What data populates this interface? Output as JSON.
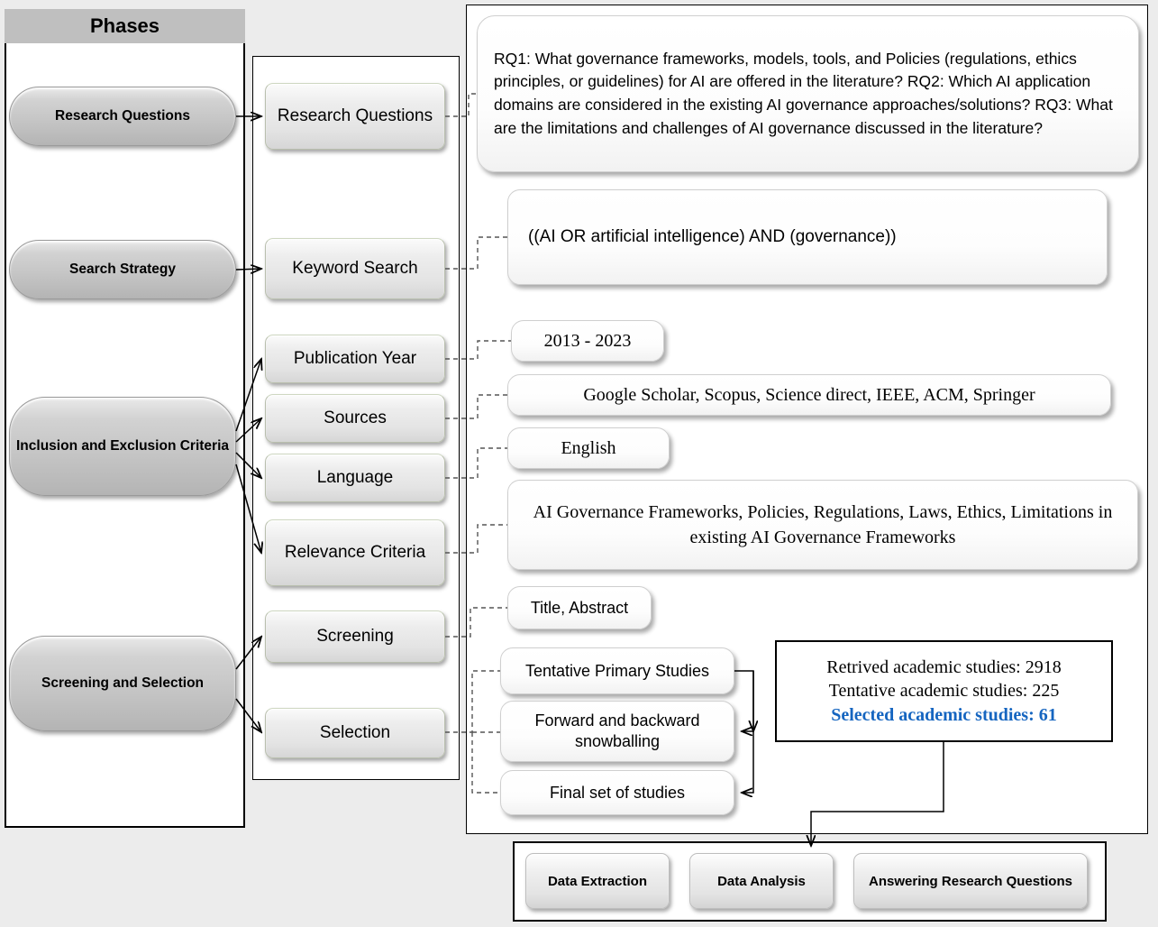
{
  "phases": {
    "header": "Phases",
    "items": [
      {
        "label": "Research Questions"
      },
      {
        "label": "Search Strategy"
      },
      {
        "label": "Inclusion and Exclusion Criteria"
      },
      {
        "label": "Screening and Selection"
      }
    ]
  },
  "steps": [
    {
      "label": "Research Questions"
    },
    {
      "label": "Keyword Search"
    },
    {
      "label": "Publication Year"
    },
    {
      "label": "Sources"
    },
    {
      "label": "Language"
    },
    {
      "label": "Relevance Criteria"
    },
    {
      "label": "Screening"
    },
    {
      "label": "Selection"
    }
  ],
  "details": {
    "research_questions": "RQ1: What governance frameworks, models, tools, and Policies (regulations, ethics principles, or guidelines) for AI are offered in the literature? RQ2: Which AI application domains are considered in the existing AI governance approaches/solutions? RQ3: What are the limitations and challenges of AI governance discussed in the literature?",
    "rq1": "RQ1: What governance frameworks, models, tools, and Policies (regulations, ethics principles, or guidelines) for AI are offered in the literature?",
    "rq2": "RQ2: Which AI application domains are considered in the existing AI governance approaches/solutions?",
    "rq3": "RQ3: What are the limitations and challenges of AI governance discussed in the literature?",
    "keyword_query": "((AI OR artificial intelligence) AND (governance))",
    "publication_year": "2013 - 2023",
    "sources": "Google Scholar, Scopus, Science direct, IEEE, ACM, Springer",
    "language": "English",
    "relevance_criteria": "AI Governance Frameworks, Policies, Regulations, Laws, Ethics, Limitations in existing AI Governance Frameworks",
    "screening": "Title, Abstract",
    "tentative_primary_studies": "Tentative Primary Studies",
    "snowballing": "Forward and backward snowballing",
    "final_set": "Final set of studies"
  },
  "stats": {
    "retrieved": "Retrived academic studies: 2918",
    "tentative": "Tentative academic studies: 225",
    "selected": "Selected academic studies: 61",
    "highlight_color": "#1565C0"
  },
  "outputs": [
    {
      "label": "Data Extraction"
    },
    {
      "label": "Data Analysis"
    },
    {
      "label": "Answering Research Questions"
    }
  ]
}
